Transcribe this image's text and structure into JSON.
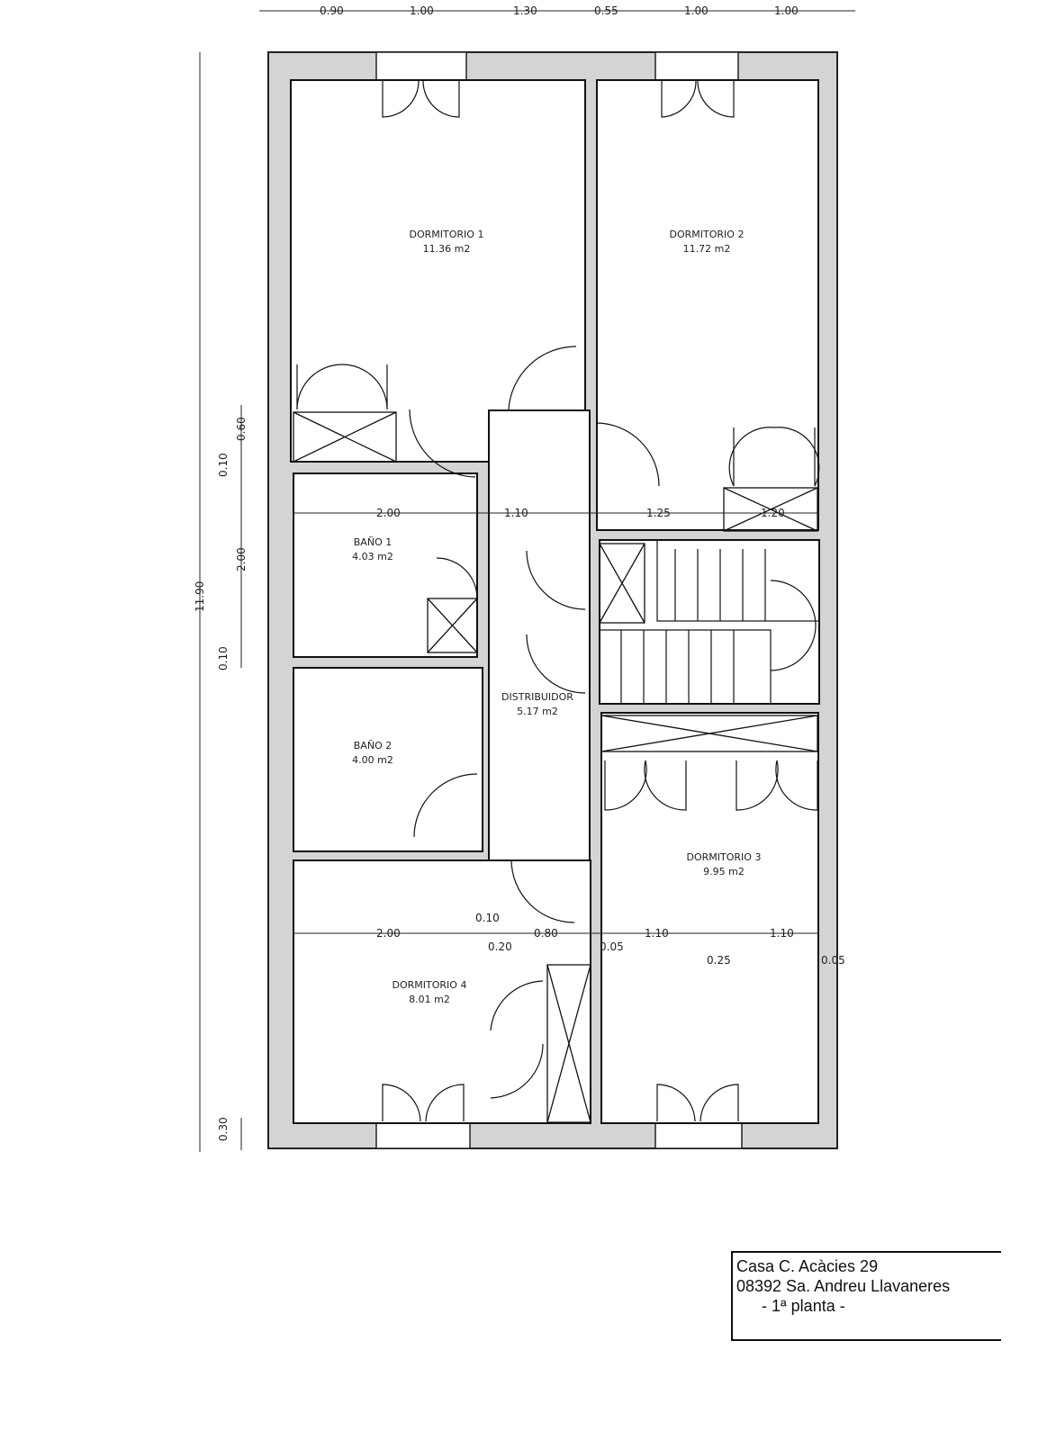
{
  "plan": {
    "rooms": [
      {
        "name": "DORMITORIO 1",
        "area": "11.36 m2"
      },
      {
        "name": "DORMITORIO 2",
        "area": "11.72 m2"
      },
      {
        "name": "BAÑO 1",
        "area": "4.03 m2"
      },
      {
        "name": "BAÑO 2",
        "area": "4.00 m2"
      },
      {
        "name": "DISTRIBUIDOR",
        "area": "5.17 m2"
      },
      {
        "name": "DORMITORIO 3",
        "area": "9.95 m2"
      },
      {
        "name": "DORMITORIO 4",
        "area": "8.01 m2"
      }
    ],
    "top_dims": [
      "0.90",
      "1.00",
      "1.30",
      "0.55",
      "1.00",
      "1.00"
    ],
    "left_dims": {
      "total": "11.90",
      "a": "0.10",
      "b": "0.60",
      "c": "2.00",
      "d": "0.10",
      "e": "0.30"
    },
    "mid_dims": {
      "a": "2.00",
      "b": "1.10",
      "c": "1.25",
      "d": "1.20"
    },
    "low_dims": {
      "a": "2.00",
      "b": "0.10",
      "c": "0.20",
      "d": "0.80",
      "e": "0.05",
      "f": "1.10",
      "g": "0.25",
      "h": "1.10",
      "i": "0.05"
    }
  },
  "title_block": {
    "line1": "Casa C. Acàcies 29",
    "line2": "08392 Sa. Andreu Llavaneres",
    "line3": "- 1ª planta -"
  }
}
